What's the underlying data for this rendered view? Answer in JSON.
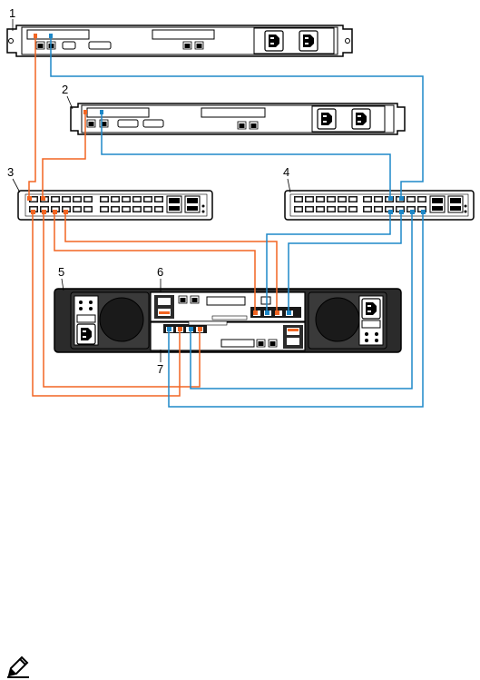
{
  "callouts": {
    "server_1": "1",
    "server_2": "2",
    "switch_3": "3",
    "switch_4": "4",
    "enclosure_5": "5",
    "controller_6": "6",
    "controller_7": "7"
  },
  "colors": {
    "cable_fault_domain_1": "#f26522",
    "cable_fault_domain_2": "#1e88c8",
    "chassis": "#2b2b2b",
    "panel_outline": "#000000"
  },
  "icons": {
    "note": "pencil-note-icon"
  }
}
